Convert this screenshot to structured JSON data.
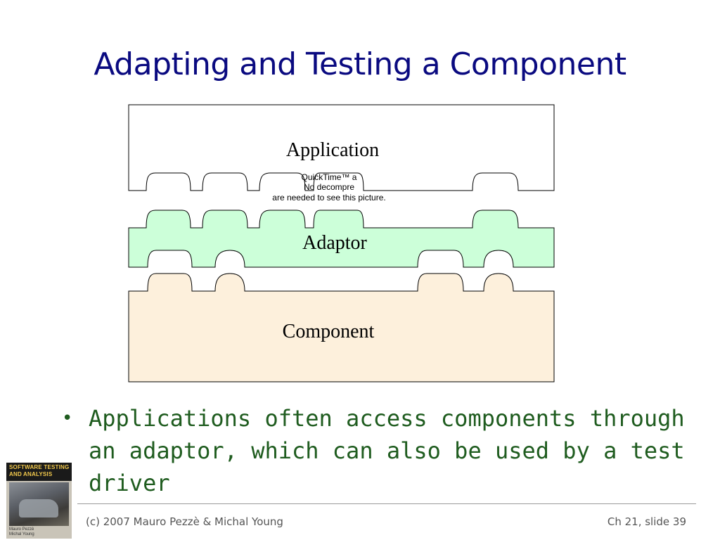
{
  "slide": {
    "title": "Adapting and Testing a Component"
  },
  "diagram": {
    "application_label": "Application",
    "adaptor_label": "Adaptor",
    "component_label": "Component",
    "placeholder_lines": [
      "QuickTime™ a",
      "No decompre",
      "are needed to see this picture."
    ],
    "colors": {
      "application_fill": "#ffffff",
      "adaptor_fill": "#ccffd9",
      "component_fill": "#fdf0dc",
      "stroke": "#000000"
    }
  },
  "bullets": [
    "Applications often access components through an adaptor, which can also be used by a test driver"
  ],
  "book_cover": {
    "title_line1": "SOFTWARE TESTING",
    "title_line2": "AND ANALYSIS",
    "author_line1": "Mauro Pezzè",
    "author_line2": "Michal Young"
  },
  "footer": {
    "copyright": "(c) 2007 Mauro Pezzè & Michal Young",
    "slide_ref": "Ch 21, slide 39"
  },
  "colors": {
    "title": "#0a0a80",
    "bullet_text": "#1f5c1f",
    "footer_text": "#555555"
  }
}
